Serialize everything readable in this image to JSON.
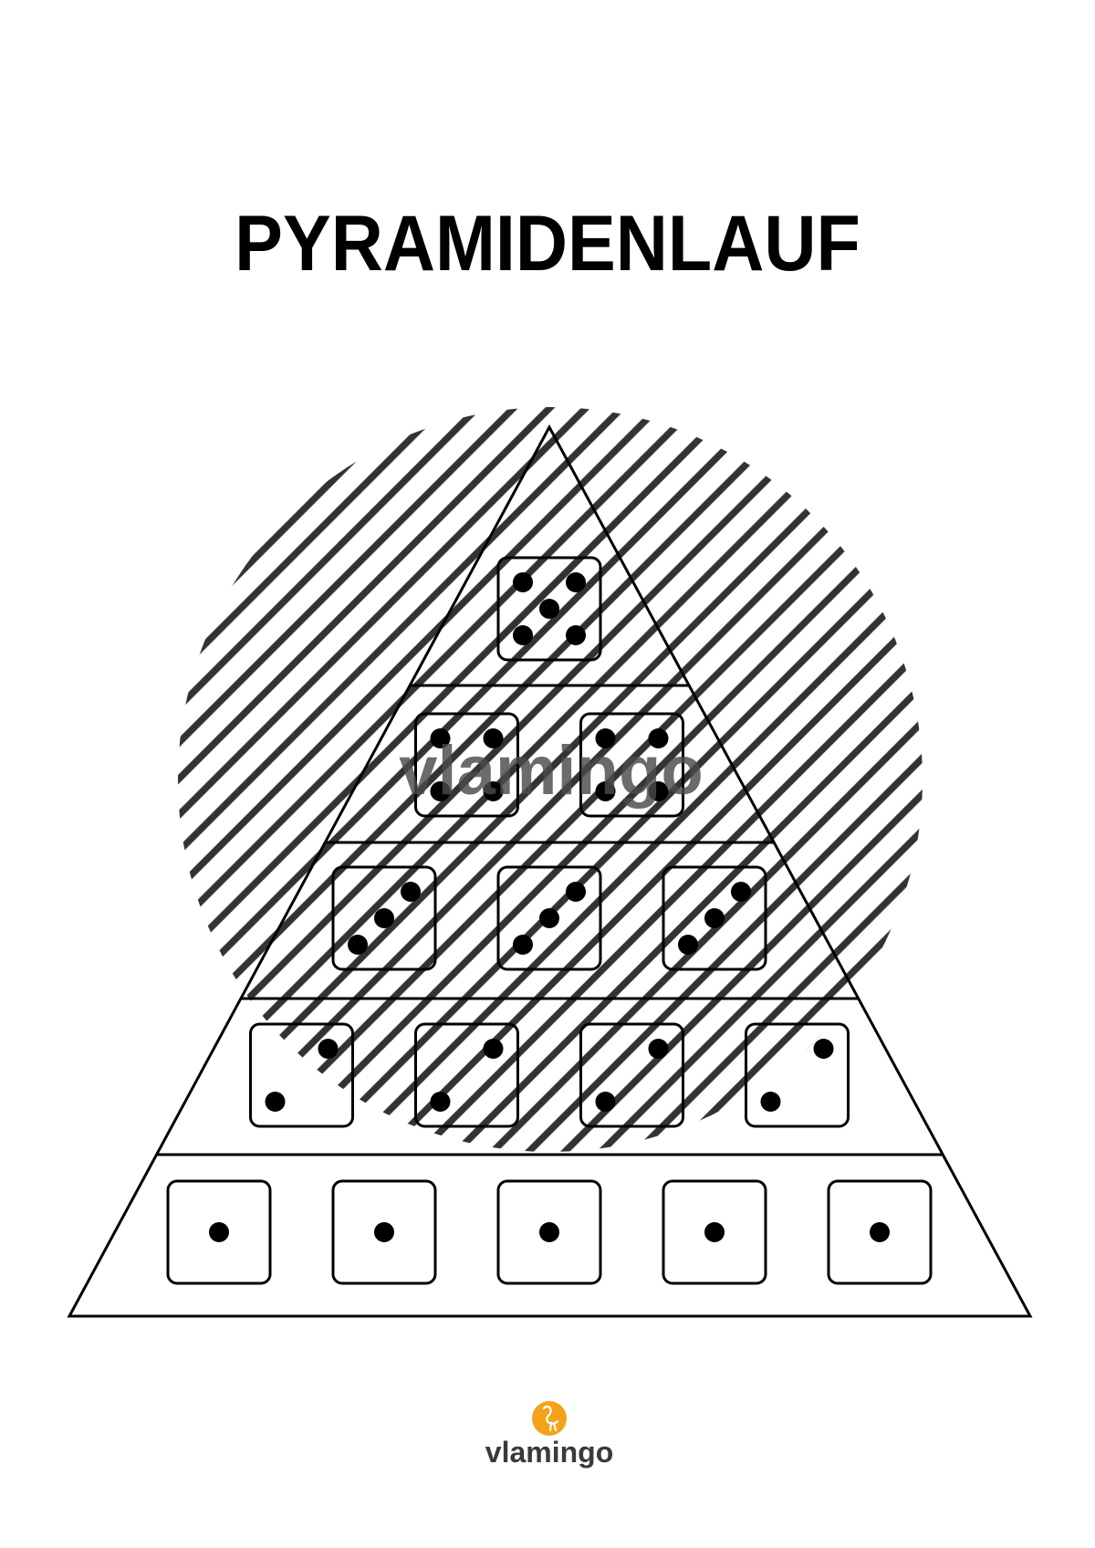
{
  "title": "PYRAMIDENLAUF",
  "watermark": "vlamingo",
  "logo": {
    "text": "vlamingo",
    "icon": "flamingo-icon",
    "color": "#F2A31B"
  },
  "pyramid": {
    "rows": [
      {
        "die_face": 5,
        "count": 1
      },
      {
        "die_face": 4,
        "count": 2
      },
      {
        "die_face": 3,
        "count": 3
      },
      {
        "die_face": 2,
        "count": 4
      },
      {
        "die_face": 1,
        "count": 5
      }
    ]
  },
  "colors": {
    "ink": "#000000",
    "hatch": "#333333",
    "watermark": "#4a4a4a",
    "background": "#ffffff"
  }
}
